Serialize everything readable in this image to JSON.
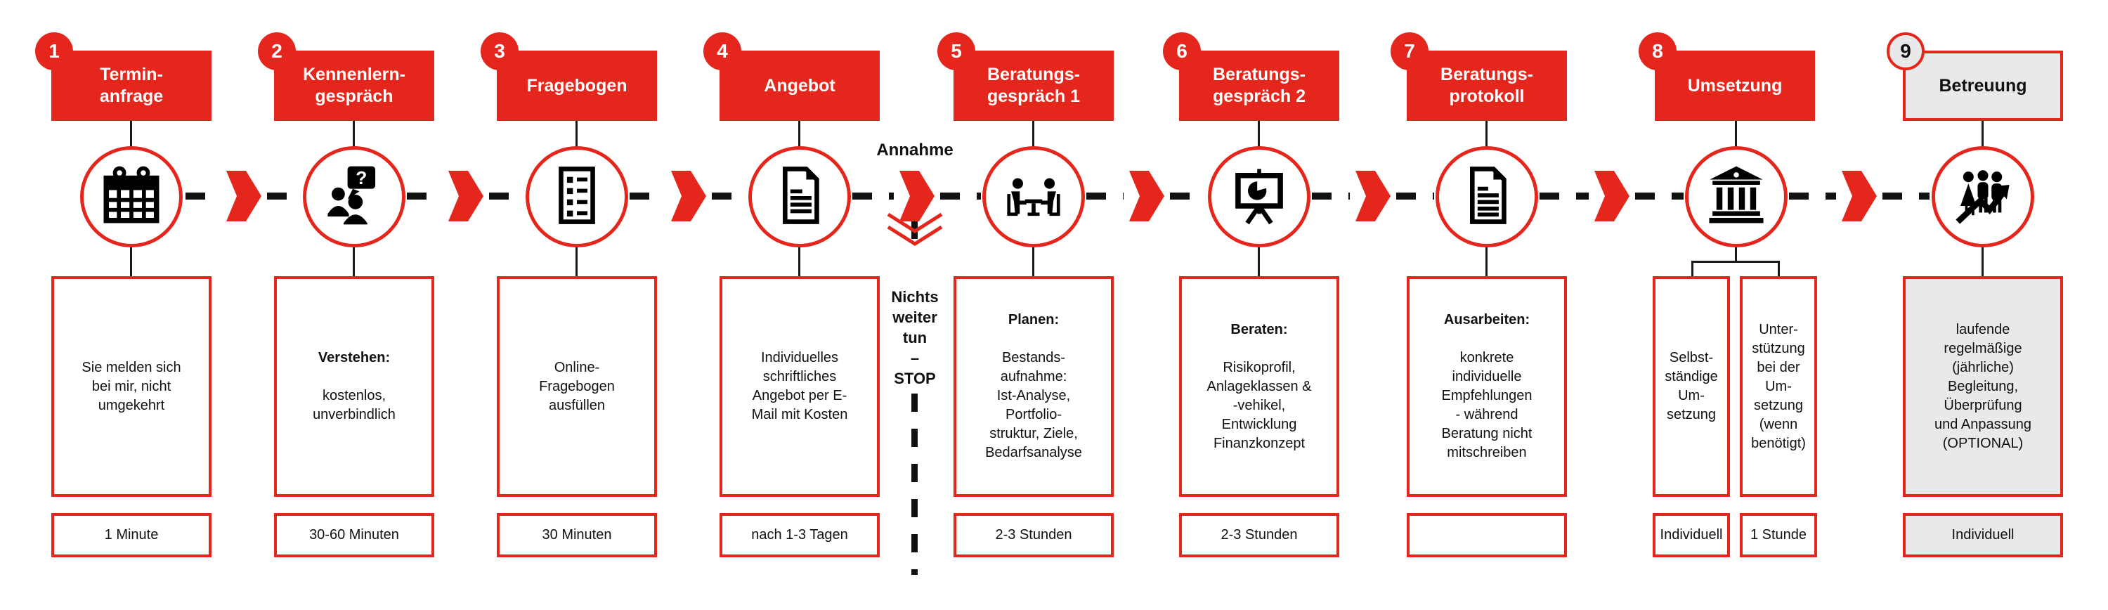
{
  "colors": {
    "red": "#e5261c",
    "grey": "#e9e9e9",
    "black": "#111111",
    "white": "#ffffff"
  },
  "branch": {
    "accept_label": "Annahme",
    "stop_label": "Nichts\nweiter\ntun\n–\nSTOP"
  },
  "steps": [
    {
      "number": "1",
      "title": "Termin-\nanfrage",
      "icon": "calendar-icon",
      "description": {
        "lead": "",
        "body": "Sie melden sich\nbei mir, nicht\numgekehrt"
      },
      "duration": "1 Minute"
    },
    {
      "number": "2",
      "title": "Kennenlern-\ngespräch",
      "icon": "people-question-icon",
      "description": {
        "lead": "Verstehen:",
        "body": "kostenlos,\nunverbindlich"
      },
      "duration": "30-60 Minuten"
    },
    {
      "number": "3",
      "title": "Fragebogen",
      "icon": "checklist-icon",
      "description": {
        "lead": "",
        "body": "Online-\nFragebogen\nausfüllen"
      },
      "duration": "30 Minuten"
    },
    {
      "number": "4",
      "title": "Angebot",
      "icon": "document-icon",
      "description": {
        "lead": "",
        "body": "Individuelles\nschriftliches\nAngebot per E-\nMail mit Kosten"
      },
      "duration": "nach 1-3 Tagen"
    },
    {
      "number": "5",
      "title": "Beratungs-\ngespräch 1",
      "icon": "meeting-icon",
      "description": {
        "lead": "Planen:",
        "body": "Bestands-\naufnahme:\nIst-Analyse,\nPortfolio-\nstruktur, Ziele,\nBedarfsanalyse"
      },
      "duration": "2-3 Stunden"
    },
    {
      "number": "6",
      "title": "Beratungs-\ngespräch 2",
      "icon": "presentation-icon",
      "description": {
        "lead": "Beraten:",
        "body": "Risikoprofil,\nAnlageklassen &\n-vehikel,\nEntwicklung\nFinanzkonzept"
      },
      "duration": "2-3 Stunden"
    },
    {
      "number": "7",
      "title": "Beratungs-\nprotokoll",
      "icon": "document-icon",
      "description": {
        "lead": "Ausarbeiten:",
        "body": "konkrete\nindividuelle\nEmpfehlungen\n- während\nBeratung nicht\nmitschreiben"
      },
      "duration": ""
    },
    {
      "number": "8",
      "title": "Umsetzung",
      "icon": "bank-icon",
      "sub_boxes": [
        {
          "body": "Selbst-\nständige\nUm-\nsetzung",
          "duration": "Individuell"
        },
        {
          "body": "Unter-\nstützung\nbei der\nUm-\nsetzung\n(wenn\nbenötigt)",
          "duration": "1 Stunde"
        }
      ]
    },
    {
      "number": "9",
      "title": "Betreuung",
      "icon": "people-growth-icon",
      "description": {
        "lead": "",
        "body": "laufende\nregelmäßige\n(jährliche)\nBegleitung,\nÜberprüfung\nund Anpassung\n(OPTIONAL)"
      },
      "duration": "Individuell"
    }
  ]
}
